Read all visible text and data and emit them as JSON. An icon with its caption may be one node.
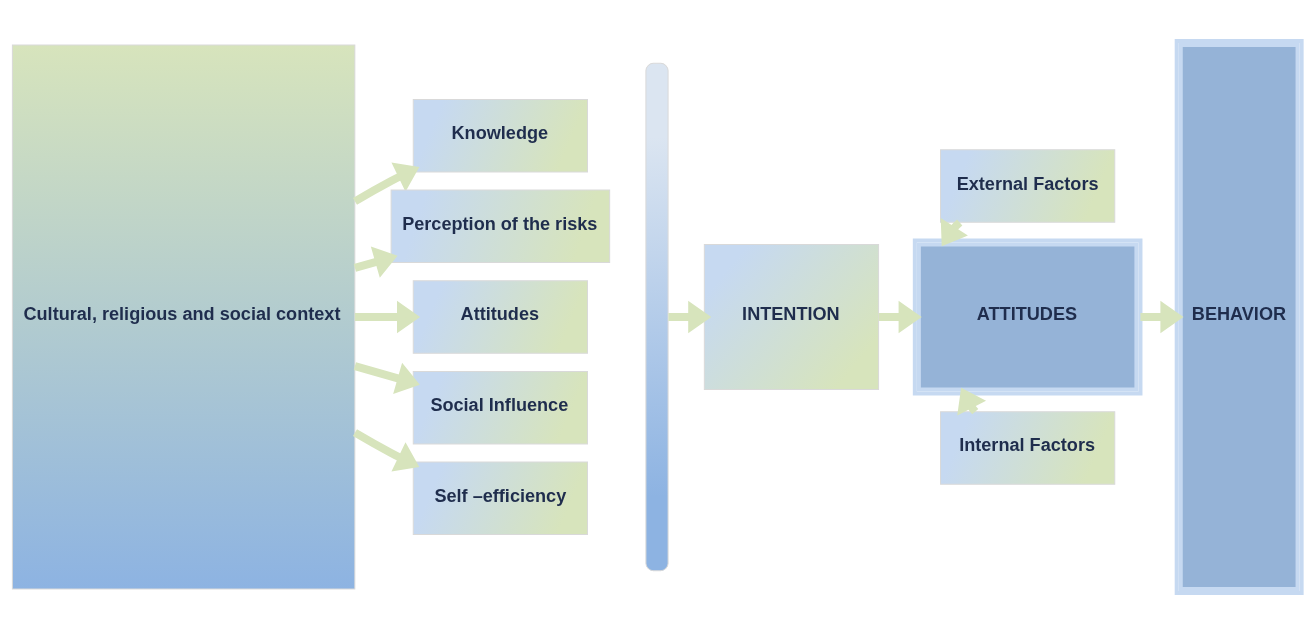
{
  "diagram": {
    "nodes": [
      {
        "text": [
          "Cultural, religious and social context"
        ]
      },
      {
        "text": [
          "Knowledge"
        ]
      },
      {
        "text": [
          "Perception of the risks"
        ]
      },
      {
        "text": [
          "Attitudes"
        ]
      },
      {
        "text": [
          "Social Influence"
        ]
      },
      {
        "text": [
          "Self –efficiency"
        ]
      },
      {
        "text": [],
        "shape": "bar"
      },
      {
        "text": [
          "INTENTION"
        ]
      },
      {
        "text": [
          "External Factors"
        ]
      },
      {
        "text": [
          "ATTITUDES"
        ]
      },
      {
        "text": [
          "Internal Factors"
        ]
      },
      {
        "text": [
          "BEHAVIOR"
        ]
      }
    ],
    "edges": [
      {
        "from": 0,
        "to": 1,
        "arrow": "to"
      },
      {
        "from": 0,
        "to": 2,
        "arrow": "to"
      },
      {
        "from": 0,
        "to": 3,
        "arrow": "to"
      },
      {
        "from": 0,
        "to": 4,
        "arrow": "to"
      },
      {
        "from": 0,
        "to": 5,
        "arrow": "to"
      },
      {
        "from": 6,
        "to": 7,
        "arrow": "to"
      },
      {
        "from": 7,
        "to": 9,
        "arrow": "to"
      },
      {
        "from": 8,
        "to": 9,
        "arrow": "to"
      },
      {
        "from": 10,
        "to": 9,
        "arrow": "to"
      },
      {
        "from": 9,
        "to": 11,
        "arrow": "to"
      }
    ]
  }
}
